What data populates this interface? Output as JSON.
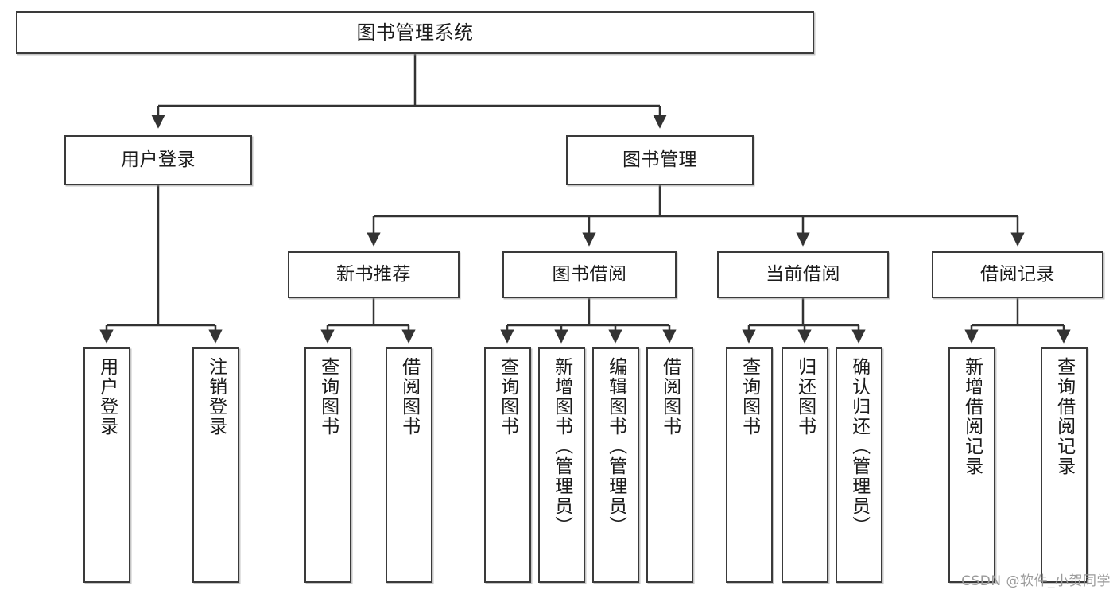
{
  "diagram": {
    "title": "图书管理系统",
    "type": "tree-hierarchy",
    "watermark": "CSDN @软件_小贺同学",
    "colors": {
      "box_border": "#3a3a3a",
      "box_fill": "#ffffff",
      "edge": "#333333",
      "text": "#1b1b1b",
      "watermark": "#9a9a9a"
    },
    "root": {
      "label": "图书管理系统"
    },
    "level2": [
      {
        "label": "用户登录"
      },
      {
        "label": "图书管理"
      }
    ],
    "level3": [
      {
        "label": "新书推荐"
      },
      {
        "label": "图书借阅"
      },
      {
        "label": "当前借阅"
      },
      {
        "label": "借阅记录"
      }
    ],
    "leaves": {
      "user_login": [
        {
          "label": "用户登录"
        },
        {
          "label": "注销登录"
        }
      ],
      "new_book": [
        {
          "label": "查询图书"
        },
        {
          "label": "借阅图书"
        }
      ],
      "book_borrow": [
        {
          "label": "查询图书"
        },
        {
          "label": "新增图书（管理员）"
        },
        {
          "label": "编辑图书（管理员）"
        },
        {
          "label": "借阅图书"
        }
      ],
      "current_borrow": [
        {
          "label": "查询图书"
        },
        {
          "label": "归还图书"
        },
        {
          "label": "确认归还（管理员）"
        }
      ],
      "borrow_record": [
        {
          "label": "新增借阅记录"
        },
        {
          "label": "查询借阅记录"
        }
      ]
    }
  }
}
